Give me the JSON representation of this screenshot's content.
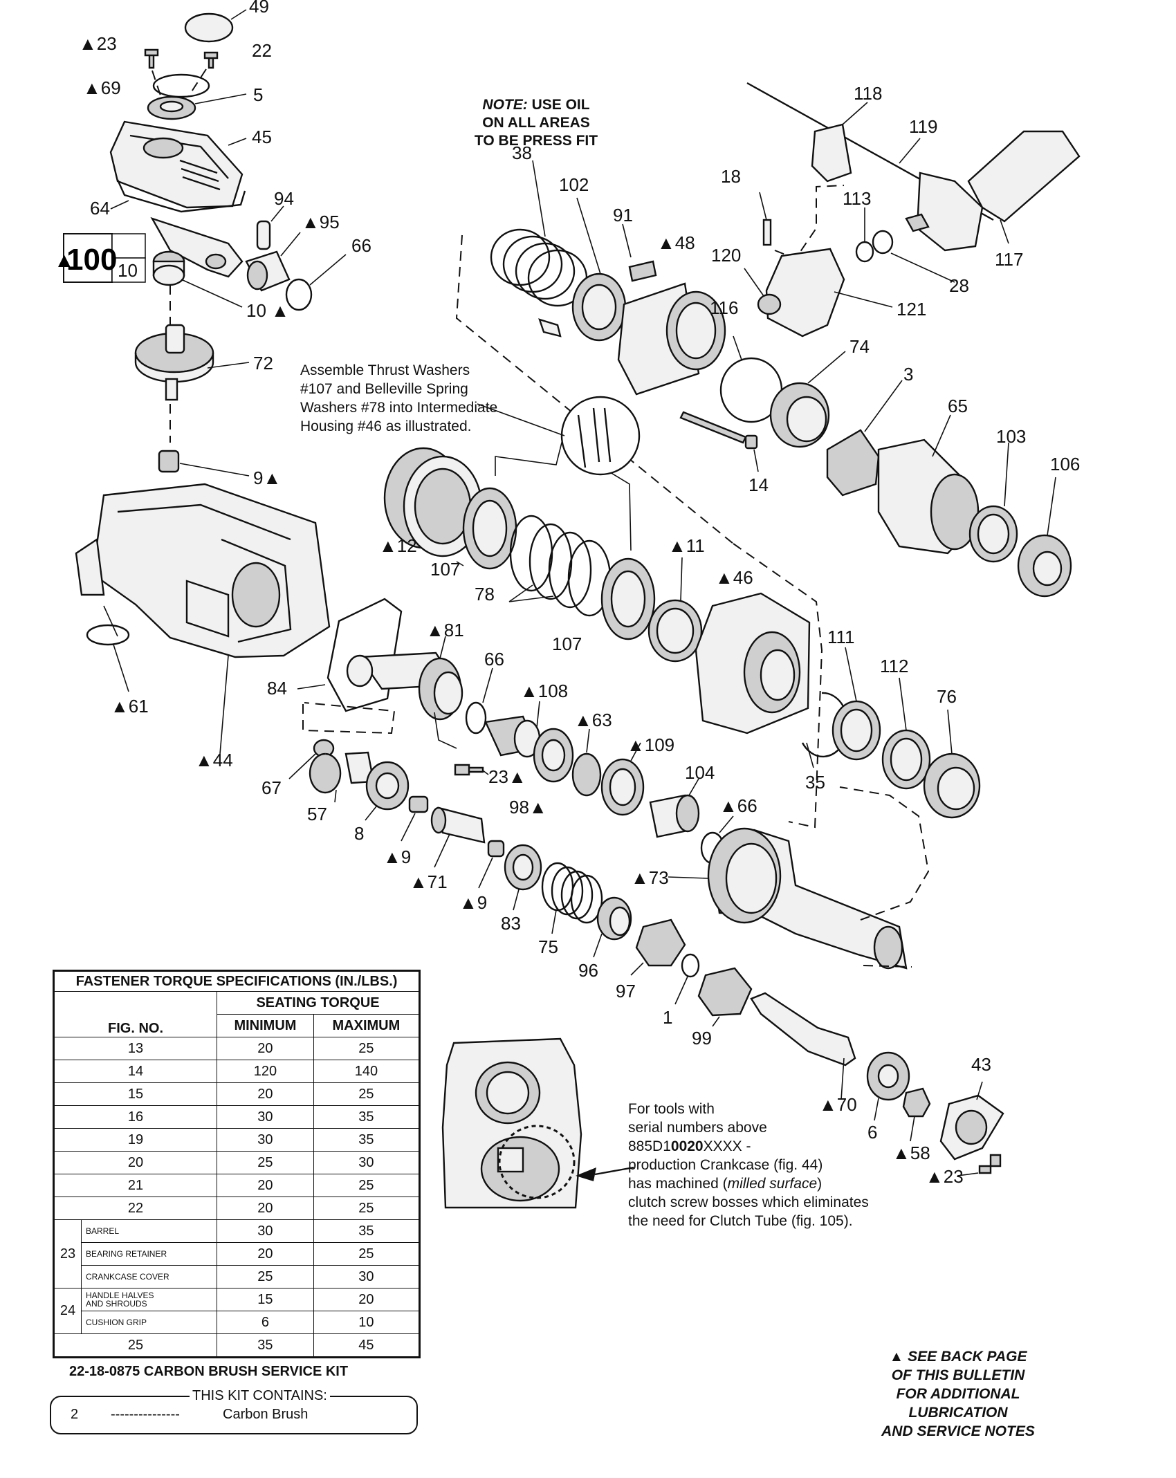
{
  "notes": {
    "oil_line1_em": "NOTE:",
    "oil_line1_rest": " USE OIL",
    "oil_line2": "ON ALL AREAS",
    "oil_line3": "TO BE PRESS FIT",
    "thrust_line1": "Assemble Thrust Washers",
    "thrust_line2": "#107 and Belleville Spring",
    "thrust_line3": "Washers #78 into Intermediate",
    "thrust_line4": "Housing #46 as illustrated.",
    "serial_line1": "For tools with",
    "serial_line2": "serial numbers above",
    "serial_line3_a": "885D1",
    "serial_line3_b": "0020",
    "serial_line3_c": "XXXX -",
    "serial_line4": "production Crankcase (fig. 44)",
    "serial_line5_a": "has machined (",
    "serial_line5_em": "milled surface",
    "serial_line5_b": ")",
    "serial_line6": "clutch screw bosses which eliminates",
    "serial_line7": "the need for Clutch Tube (fig. 105)."
  },
  "callouts": {
    "c49": "49",
    "c23a": "▲23",
    "c22": "22",
    "c69": "▲69",
    "c5": "5",
    "c45": "45",
    "c64": "64",
    "c94": "94",
    "c95": "▲95",
    "c66a": "66",
    "c100": "100",
    "c100_sub": "10",
    "c10": "10 ▲",
    "c72": "72",
    "c9a": "9▲",
    "c61": "▲61",
    "c44": "▲44",
    "c84": "84",
    "c67": "67",
    "c57": "57",
    "c8": "8",
    "c9b": "▲9",
    "c71": "▲71",
    "c9c": "▲9",
    "c83": "83",
    "c75": "75",
    "c96": "96",
    "c97": "97",
    "c1": "1",
    "c99": "99",
    "c70": "▲70",
    "c6": "6",
    "c58": "▲58",
    "c43": "43",
    "c23d": "▲23",
    "c38": "38",
    "c102": "102",
    "c91": "91",
    "c48": "▲48",
    "c18": "18",
    "c120": "120",
    "c116": "116",
    "c121": "121",
    "c118": "118",
    "c119": "119",
    "c113": "113",
    "c28": "28",
    "c117": "117",
    "c74": "74",
    "c3": "3",
    "c65": "65",
    "c103": "103",
    "c106": "106",
    "c14": "14",
    "c12": "▲12",
    "c107a": "107",
    "c78": "78",
    "c107b": "107",
    "c11": "▲11",
    "c46": "▲46",
    "c111": "111",
    "c112": "112",
    "c76": "76",
    "c35": "35",
    "c81": "▲81",
    "c66b": "66",
    "c108": "▲108",
    "c63": "▲63",
    "c109": "▲109",
    "c104": "104",
    "c66c": "▲66",
    "c23b": "23▲",
    "c98": "98▲",
    "c73": "▲73"
  },
  "torque_table": {
    "title": "FASTENER TORQUE SPECIFICATIONS (IN./LBS.)",
    "seating": "SEATING TORQUE",
    "col_fig": "FIG. NO.",
    "col_min": "MINIMUM",
    "col_max": "MAXIMUM",
    "rows": [
      {
        "fig": "13",
        "min": "20",
        "max": "25"
      },
      {
        "fig": "14",
        "min": "120",
        "max": "140"
      },
      {
        "fig": "15",
        "min": "20",
        "max": "25"
      },
      {
        "fig": "16",
        "min": "30",
        "max": "35"
      },
      {
        "fig": "19",
        "min": "30",
        "max": "35"
      },
      {
        "fig": "20",
        "min": "25",
        "max": "30"
      },
      {
        "fig": "21",
        "min": "20",
        "max": "25"
      },
      {
        "fig": "22",
        "min": "20",
        "max": "25"
      }
    ],
    "group23": {
      "fig": "23",
      "rows": [
        {
          "sub": "BARREL",
          "min": "30",
          "max": "35"
        },
        {
          "sub": "BEARING RETAINER",
          "min": "20",
          "max": "25"
        },
        {
          "sub": "CRANKCASE COVER",
          "min": "25",
          "max": "30"
        }
      ]
    },
    "group24": {
      "fig": "24",
      "rows": [
        {
          "sub1": "HANDLE HALVES",
          "sub2": "AND SHROUDS",
          "min": "15",
          "max": "20"
        },
        {
          "sub": "CUSHION GRIP",
          "min": "6",
          "max": "10"
        }
      ]
    },
    "last": {
      "fig": "25",
      "min": "35",
      "max": "45"
    }
  },
  "kit": {
    "title": "22-18-0875 CARBON BRUSH SERVICE KIT",
    "contains": "THIS KIT CONTAINS:",
    "qty": "2",
    "dashes": "---------------",
    "item": "Carbon Brush"
  },
  "back_note": {
    "line1": "▲ SEE BACK PAGE",
    "line2": "OF THIS BULLETIN",
    "line3": "FOR ADDITIONAL",
    "line4": "LUBRICATION",
    "line5": "AND SERVICE NOTES"
  }
}
